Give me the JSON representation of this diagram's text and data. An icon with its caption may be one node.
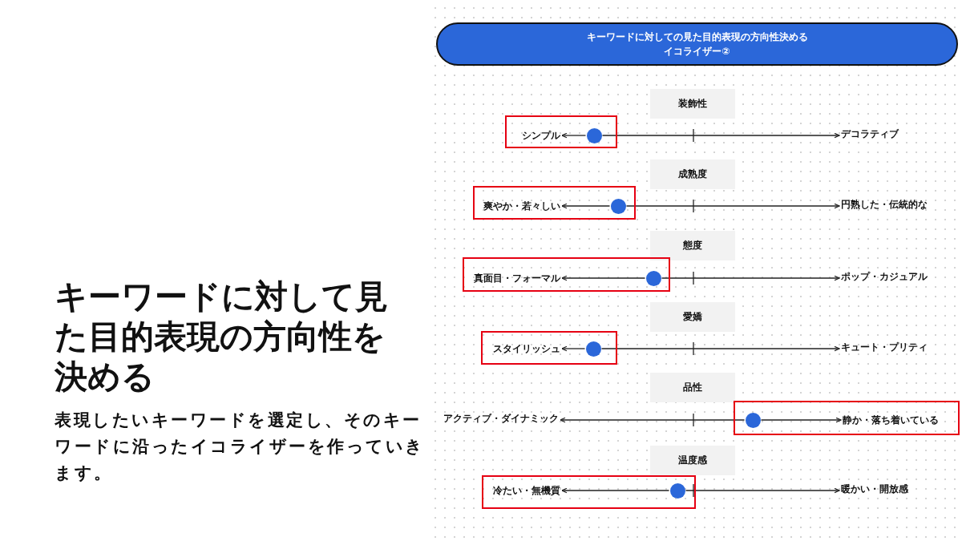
{
  "diagram": {
    "title": "キーワードに対して見た目的表現の方向性を決める",
    "caption": "表現したいキーワードを選定し、そのキーワードに沿ったイコライザーを作っていきます。",
    "nodes": [
      {
        "text": [
          "キーワードに対しての見た目的表現の方向性決めるイコライザー②"
        ]
      },
      {
        "text": [
          "装飾性"
        ]
      },
      {
        "text": [],
        "shape": "box"
      },
      {
        "text": [
          "シンプル"
        ],
        "in": 2
      },
      {
        "text": [],
        "shape": "circle",
        "in": 2
      },
      {
        "text": [
          "デコラティブ"
        ]
      },
      {
        "text": [
          "成熟度"
        ]
      },
      {
        "text": [],
        "shape": "box"
      },
      {
        "text": [
          "爽やか・若々しい"
        ],
        "in": 7
      },
      {
        "text": [],
        "shape": "circle",
        "in": 7
      },
      {
        "text": [
          "円熟した・伝統的な"
        ]
      },
      {
        "text": [
          "態度"
        ]
      },
      {
        "text": [],
        "shape": "box"
      },
      {
        "text": [
          "真面目・フォーマル"
        ],
        "in": 12
      },
      {
        "text": [],
        "shape": "circle",
        "in": 12
      },
      {
        "text": [
          "ポップ・カジュアル"
        ]
      },
      {
        "text": [
          "愛嬌"
        ]
      },
      {
        "text": [],
        "shape": "box"
      },
      {
        "text": [
          "スタイリッシュ"
        ],
        "in": 17
      },
      {
        "text": [],
        "shape": "circle",
        "in": 17
      },
      {
        "text": [
          "キュート・プリティ"
        ]
      },
      {
        "text": [
          "品性"
        ]
      },
      {
        "text": [
          "アクティブ・ダイナミック"
        ]
      },
      {
        "text": [],
        "shape": "box"
      },
      {
        "text": [],
        "shape": "circle",
        "in": 23
      },
      {
        "text": [
          "静か・落ち着いている"
        ],
        "in": 23
      },
      {
        "text": [
          "温度感"
        ]
      },
      {
        "text": [],
        "shape": "box"
      },
      {
        "text": [
          "冷たい・無機質"
        ],
        "in": 27
      },
      {
        "text": [],
        "shape": "circle",
        "in": 27
      },
      {
        "text": [
          "暖かい・開放感"
        ]
      }
    ],
    "edges": [
      {
        "from": 4,
        "to": 3,
        "arrow": "to"
      },
      {
        "from": 4,
        "to": 5,
        "arrow": "to"
      },
      {
        "from": 9,
        "to": 8,
        "arrow": "to"
      },
      {
        "from": 9,
        "to": 10,
        "arrow": "to"
      },
      {
        "from": 14,
        "to": 13,
        "arrow": "to"
      },
      {
        "from": 14,
        "to": 15,
        "arrow": "to"
      },
      {
        "from": 19,
        "to": 18,
        "arrow": "to"
      },
      {
        "from": 19,
        "to": 20,
        "arrow": "to"
      },
      {
        "from": 24,
        "to": 22,
        "arrow": "to"
      },
      {
        "from": 24,
        "to": 25,
        "arrow": "to"
      },
      {
        "from": 29,
        "to": 28,
        "arrow": "to"
      },
      {
        "from": 29,
        "to": 30,
        "arrow": "to"
      }
    ]
  }
}
